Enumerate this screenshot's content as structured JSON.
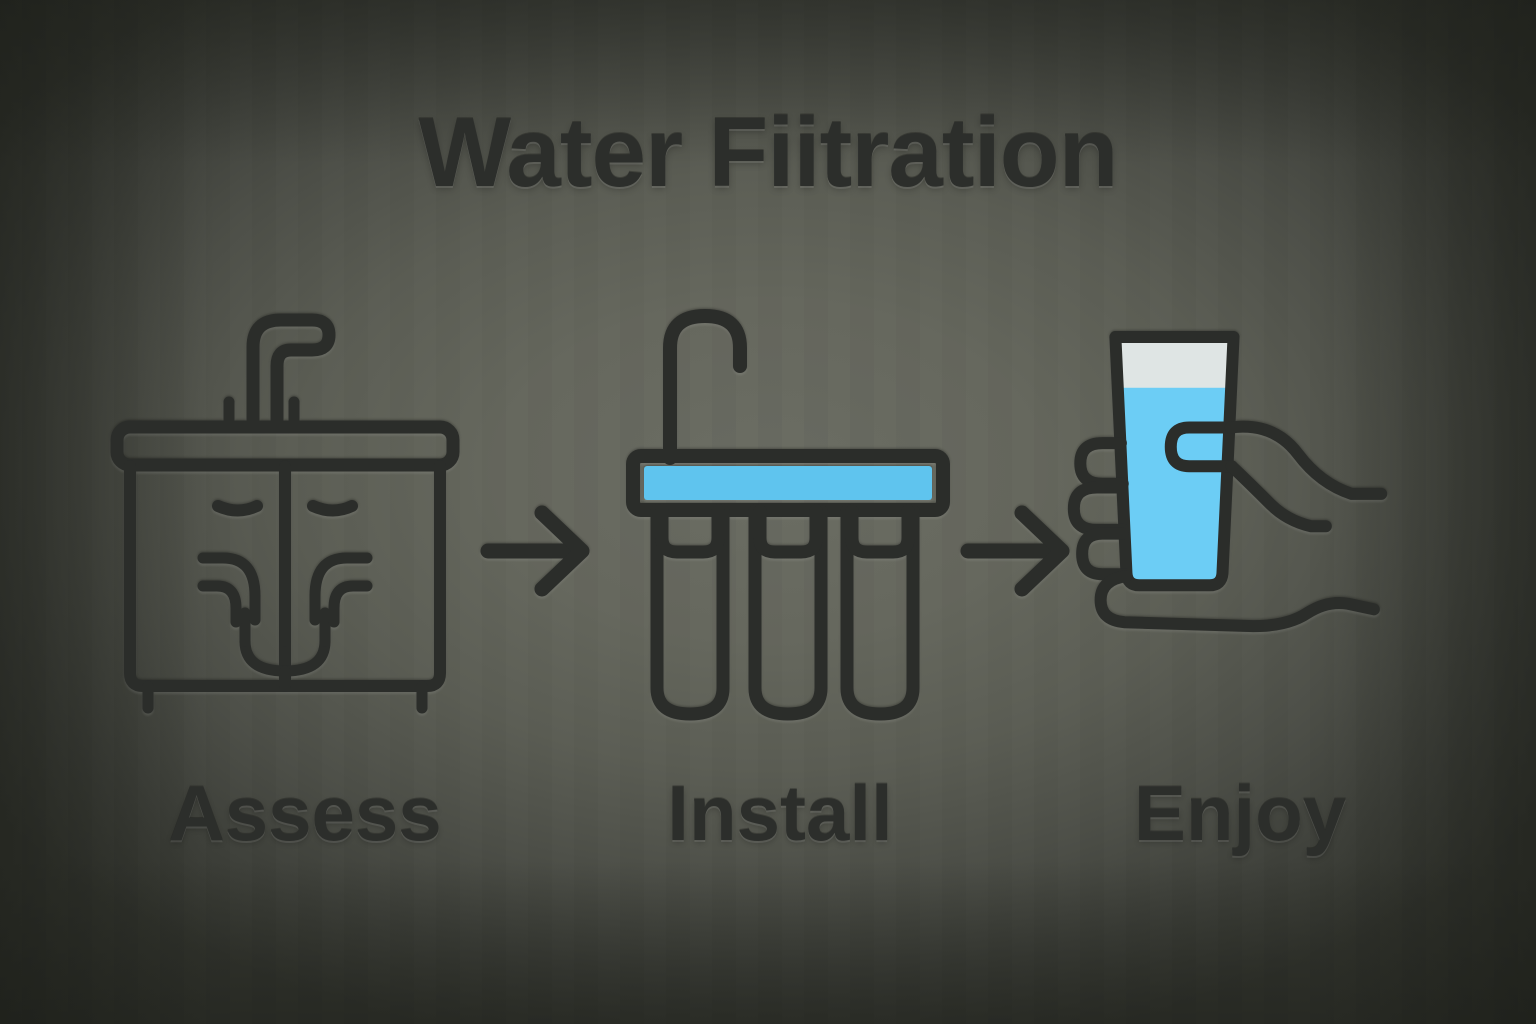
{
  "poster": {
    "title": "Water Fiitration",
    "background_color": "#5e6057",
    "background_edge_color": "#34362f",
    "ink_color": "#2b2d2a",
    "accent_blue": "#5fc4ee",
    "water_blue": "#6ccdf5",
    "glass_empty_color": "#dfe5e4"
  },
  "steps": [
    {
      "order": 1,
      "label": "Assess",
      "icon": "sink-cabinet-plumbing-icon",
      "icon_description": "Under-sink cabinet with gooseneck faucet, countertop, two cabinet doors with handles, and P-trap drain plumbing",
      "has_accent": false
    },
    {
      "order": 2,
      "label": "Install",
      "icon": "water-filter-system-icon",
      "icon_description": "Three-stage water filter system with blue manifold header bar, curved faucet riser, and three filter canisters",
      "has_accent": true
    },
    {
      "order": 3,
      "label": "Enjoy",
      "icon": "hand-holding-glass-of-water-icon",
      "icon_description": "Hand gripping a tall drinking glass filled with clear blue filtered water",
      "has_accent": true
    }
  ],
  "connectors": [
    {
      "name": "arrow-assess-to-install",
      "glyph": "arrow-right-icon",
      "from": "Assess",
      "to": "Install"
    },
    {
      "name": "arrow-install-to-enjoy",
      "glyph": "arrow-right-icon",
      "from": "Install",
      "to": "Enjoy"
    }
  ]
}
